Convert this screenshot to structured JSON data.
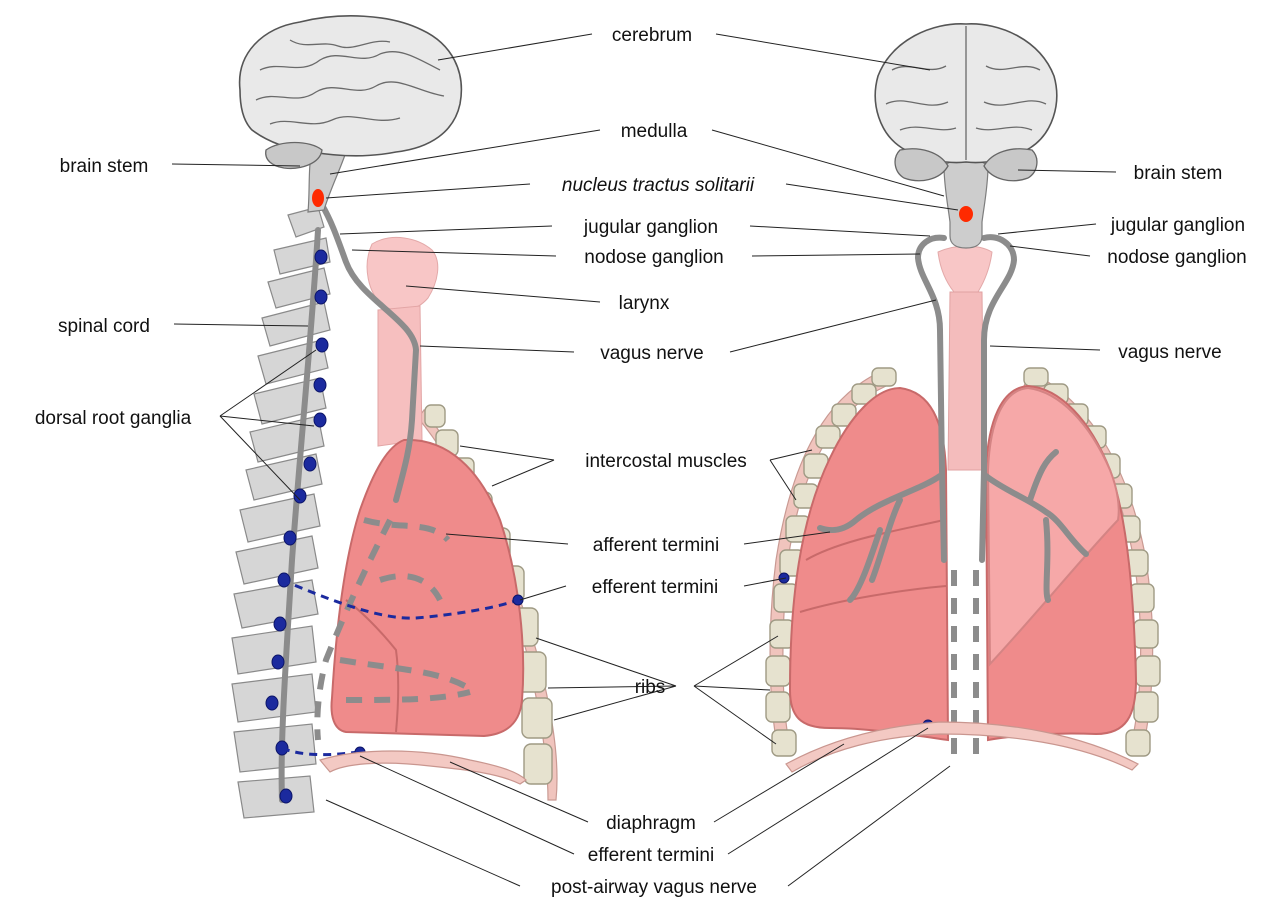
{
  "labels": {
    "cerebrum": "cerebrum",
    "medulla": "medulla",
    "nucleus_tractus_solitarii": "nucleus tractus solitarii",
    "jugular_ganglion": "jugular ganglion",
    "nodose_ganglion": "nodose ganglion",
    "larynx": "larynx",
    "vagus_nerve": "vagus nerve",
    "intercostal_muscles": "intercostal muscles",
    "afferent_termini": "afferent termini",
    "efferent_termini": "efferent termini",
    "ribs": "ribs",
    "diaphragm": "diaphragm",
    "post_airway_vagus_nerve": "post-airway vagus nerve",
    "brain_stem": "brain stem",
    "spinal_cord": "spinal cord",
    "dorsal_root_ganglia": "dorsal root ganglia"
  },
  "colors": {
    "lung": "#ef8b8b",
    "nerve": "#8c8c8c",
    "ganglion": "#1b2a9e",
    "nucleus": "#ff2a00"
  },
  "icons": {
    "side_view": "lateral-anatomy-diagram",
    "front_view": "frontal-anatomy-diagram"
  }
}
